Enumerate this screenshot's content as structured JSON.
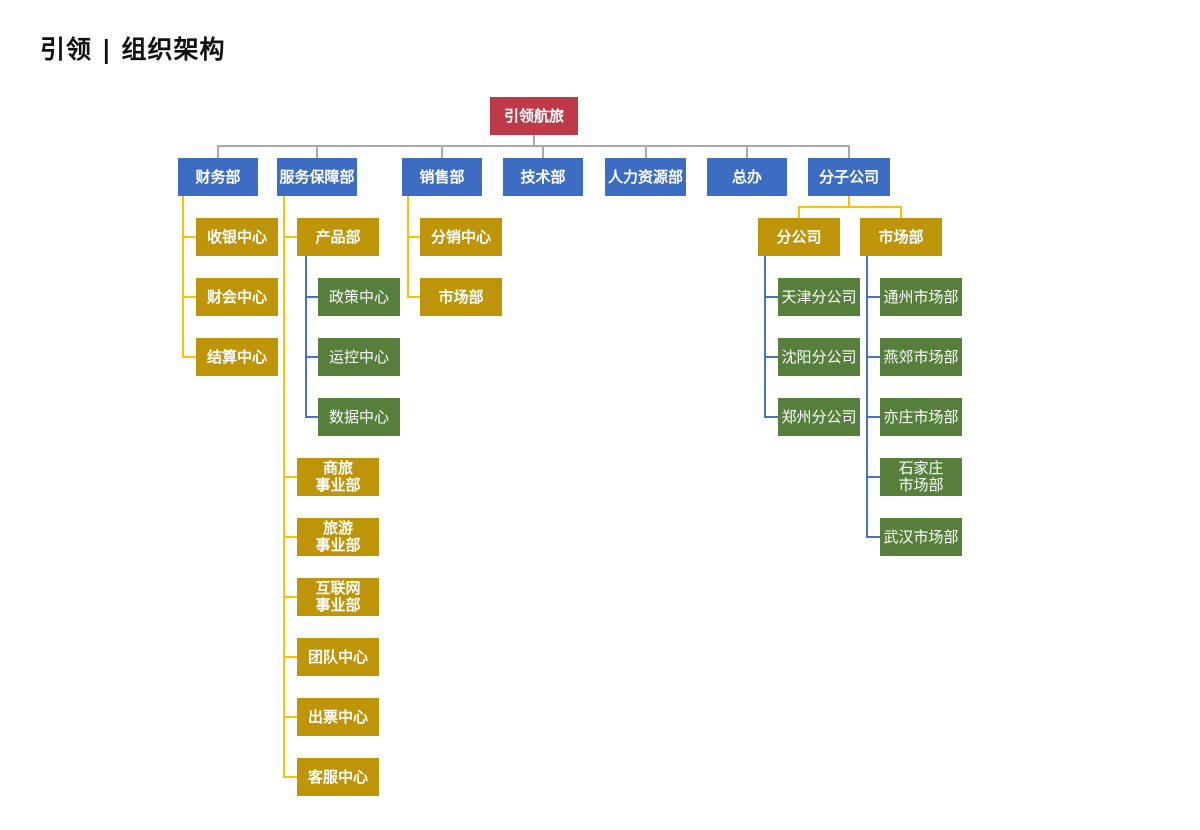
{
  "title": "引领 | 组织架构",
  "root": {
    "label": "引领航旅"
  },
  "departments": [
    {
      "label": "财务部",
      "children": [
        {
          "label": "收银中心"
        },
        {
          "label": "财会中心"
        },
        {
          "label": "结算中心"
        }
      ]
    },
    {
      "label": "服务保障部",
      "children": [
        {
          "label": "产品部",
          "children": [
            {
              "label": "政策中心"
            },
            {
              "label": "运控中心"
            },
            {
              "label": "数据中心"
            }
          ]
        },
        {
          "label": "商旅\n事业部"
        },
        {
          "label": "旅游\n事业部"
        },
        {
          "label": "互联网\n事业部"
        },
        {
          "label": "团队中心"
        },
        {
          "label": "出票中心"
        },
        {
          "label": "客服中心"
        }
      ]
    },
    {
      "label": "销售部",
      "children": [
        {
          "label": "分销中心"
        },
        {
          "label": "市场部"
        }
      ]
    },
    {
      "label": "技术部"
    },
    {
      "label": "人力资源部"
    },
    {
      "label": "总办"
    },
    {
      "label": "分子公司",
      "children": [
        {
          "label": "分公司",
          "children": [
            {
              "label": "天津分公司"
            },
            {
              "label": "沈阳分公司"
            },
            {
              "label": "郑州分公司"
            }
          ]
        },
        {
          "label": "市场部",
          "children": [
            {
              "label": "通州市场部"
            },
            {
              "label": "燕郊市场部"
            },
            {
              "label": "亦庄市场部"
            },
            {
              "label": "石家庄\n市场部"
            },
            {
              "label": "武汉市场部"
            }
          ]
        }
      ]
    }
  ],
  "colors": {
    "root_box": "#BF3A49",
    "level2_box": "#3D6DC2",
    "level3_box": "#BE9409",
    "level4_box": "#557F3B",
    "connector_gray": "#A9A9A9",
    "connector_yellow": "#FFC000",
    "connector_blue": "#4574C6"
  }
}
